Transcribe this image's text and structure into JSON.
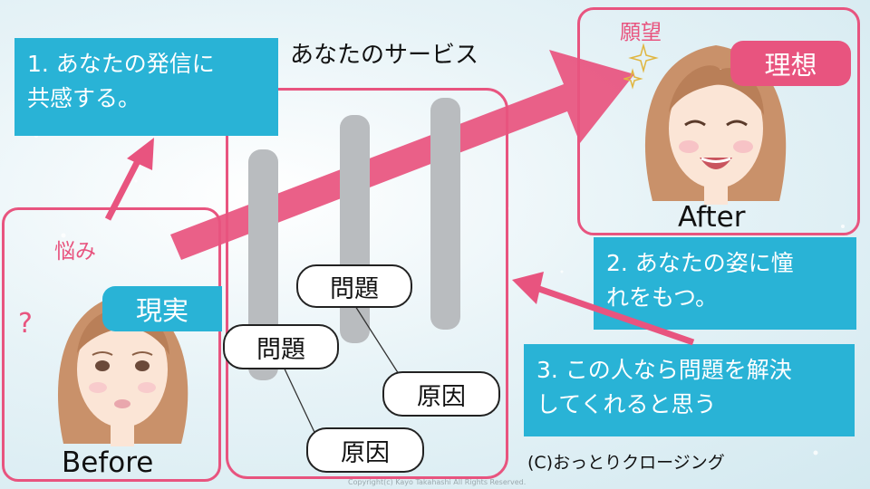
{
  "title": "あなたのサービス",
  "steps": {
    "step1": {
      "line1": "1. あなたの発信に",
      "line2": "共感する。"
    },
    "step2": {
      "line1": "2. あなたの姿に憧",
      "line2": "れをもつ。"
    },
    "step3": {
      "line1": "3. この人なら問題を解決",
      "line2": "してくれると思う"
    }
  },
  "before": {
    "worry": "悩み",
    "reality": "現実",
    "label": "Before",
    "question": "?"
  },
  "after": {
    "wish": "願望",
    "ideal": "理想",
    "label": "After"
  },
  "problems": [
    "問題",
    "問題"
  ],
  "causes": [
    "原因",
    "原因"
  ],
  "credit": "(C)おっとりクロージング",
  "copyright": "Copyright(c) Kayo Takahashi All Rights Reserved.",
  "colors": {
    "pink": "#e8547f",
    "blue": "#29b3d6",
    "bar": "#b9bcbf"
  }
}
